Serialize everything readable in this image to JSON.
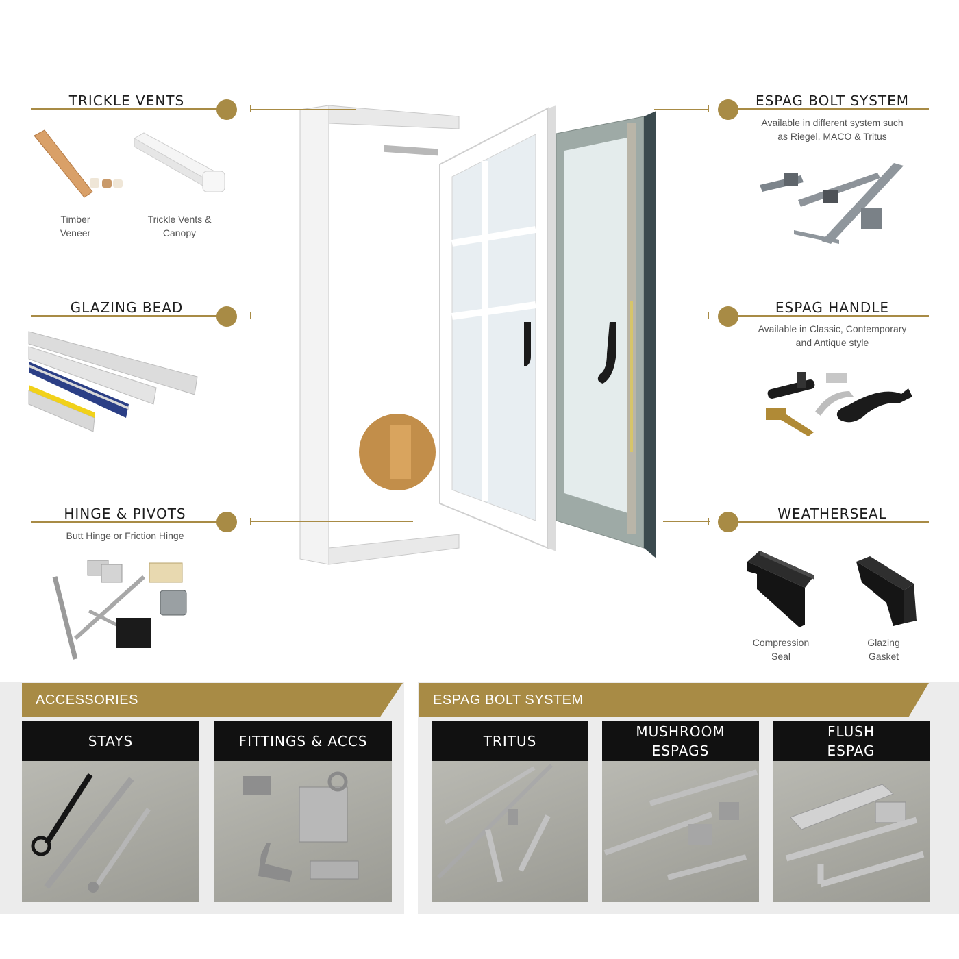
{
  "callouts": {
    "trickle_vents": {
      "title": "TRICKLE VENTS",
      "captions": [
        "Timber\nVeneer",
        "Trickle Vents &\nCanopy"
      ]
    },
    "glazing_bead": {
      "title": "GLAZING BEAD"
    },
    "hinge_pivots": {
      "title": "HINGE & PIVOTS",
      "subtitle": "Butt Hinge or Friction Hinge"
    },
    "espag_bolt": {
      "title": "ESPAG BOLT SYSTEM",
      "subtitle": "Available in different system such\nas Riegel, MACO & Tritus"
    },
    "espag_handle": {
      "title": "ESPAG HANDLE",
      "subtitle": "Available in Classic, Contemporary\nand Antique style"
    },
    "weatherseal": {
      "title": "WEATHERSEAL",
      "captions": [
        "Compression\nSeal",
        "Glazing\nGasket"
      ]
    }
  },
  "bottom": {
    "accessories": {
      "banner": "ACCESSORIES",
      "cards": [
        "STAYS",
        "FITTINGS & ACCS"
      ]
    },
    "espag_bolt_system": {
      "banner": "ESPAG BOLT SYSTEM",
      "cards": [
        "TRITUS",
        "MUSHROOM\nESPAGS",
        "FLUSH\nESPAG"
      ]
    }
  },
  "colors": {
    "gold": "#a88b45",
    "card_header": "#111111",
    "panel": "#ececec"
  }
}
